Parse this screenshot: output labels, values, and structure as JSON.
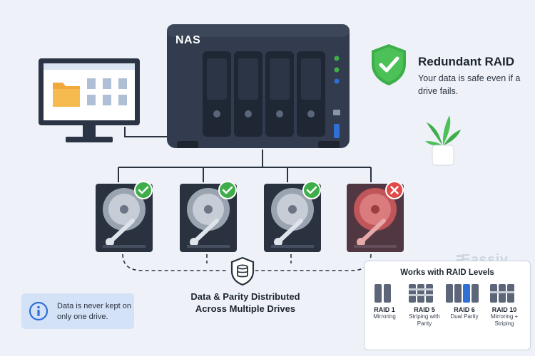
{
  "nas": {
    "label": "NAS"
  },
  "raid": {
    "title": "Redundant RAID",
    "description": "Your data is safe even if a drive fails."
  },
  "distribution": {
    "title": "Data & Parity Distributed Across Multiple Drives"
  },
  "note": {
    "text": "Data is never kept on only one drive."
  },
  "watermark": "Eassiy",
  "levels": {
    "title": "Works with RAID Levels",
    "items": [
      {
        "name": "RAID 1",
        "desc": "Mirroring"
      },
      {
        "name": "RAID 5",
        "desc": "Striping with Parity"
      },
      {
        "name": "RAID 6",
        "desc": "Dual Parity"
      },
      {
        "name": "RAID 10",
        "desc": "Mirroring + Striping"
      }
    ]
  },
  "drives": [
    {
      "status": "ok"
    },
    {
      "status": "ok"
    },
    {
      "status": "ok"
    },
    {
      "status": "failed"
    }
  ],
  "colors": {
    "nas_body": "#323c4e",
    "ok_green": "#3fae4a",
    "fail_red": "#e04a4a",
    "accent_blue": "#2f6fd6"
  }
}
